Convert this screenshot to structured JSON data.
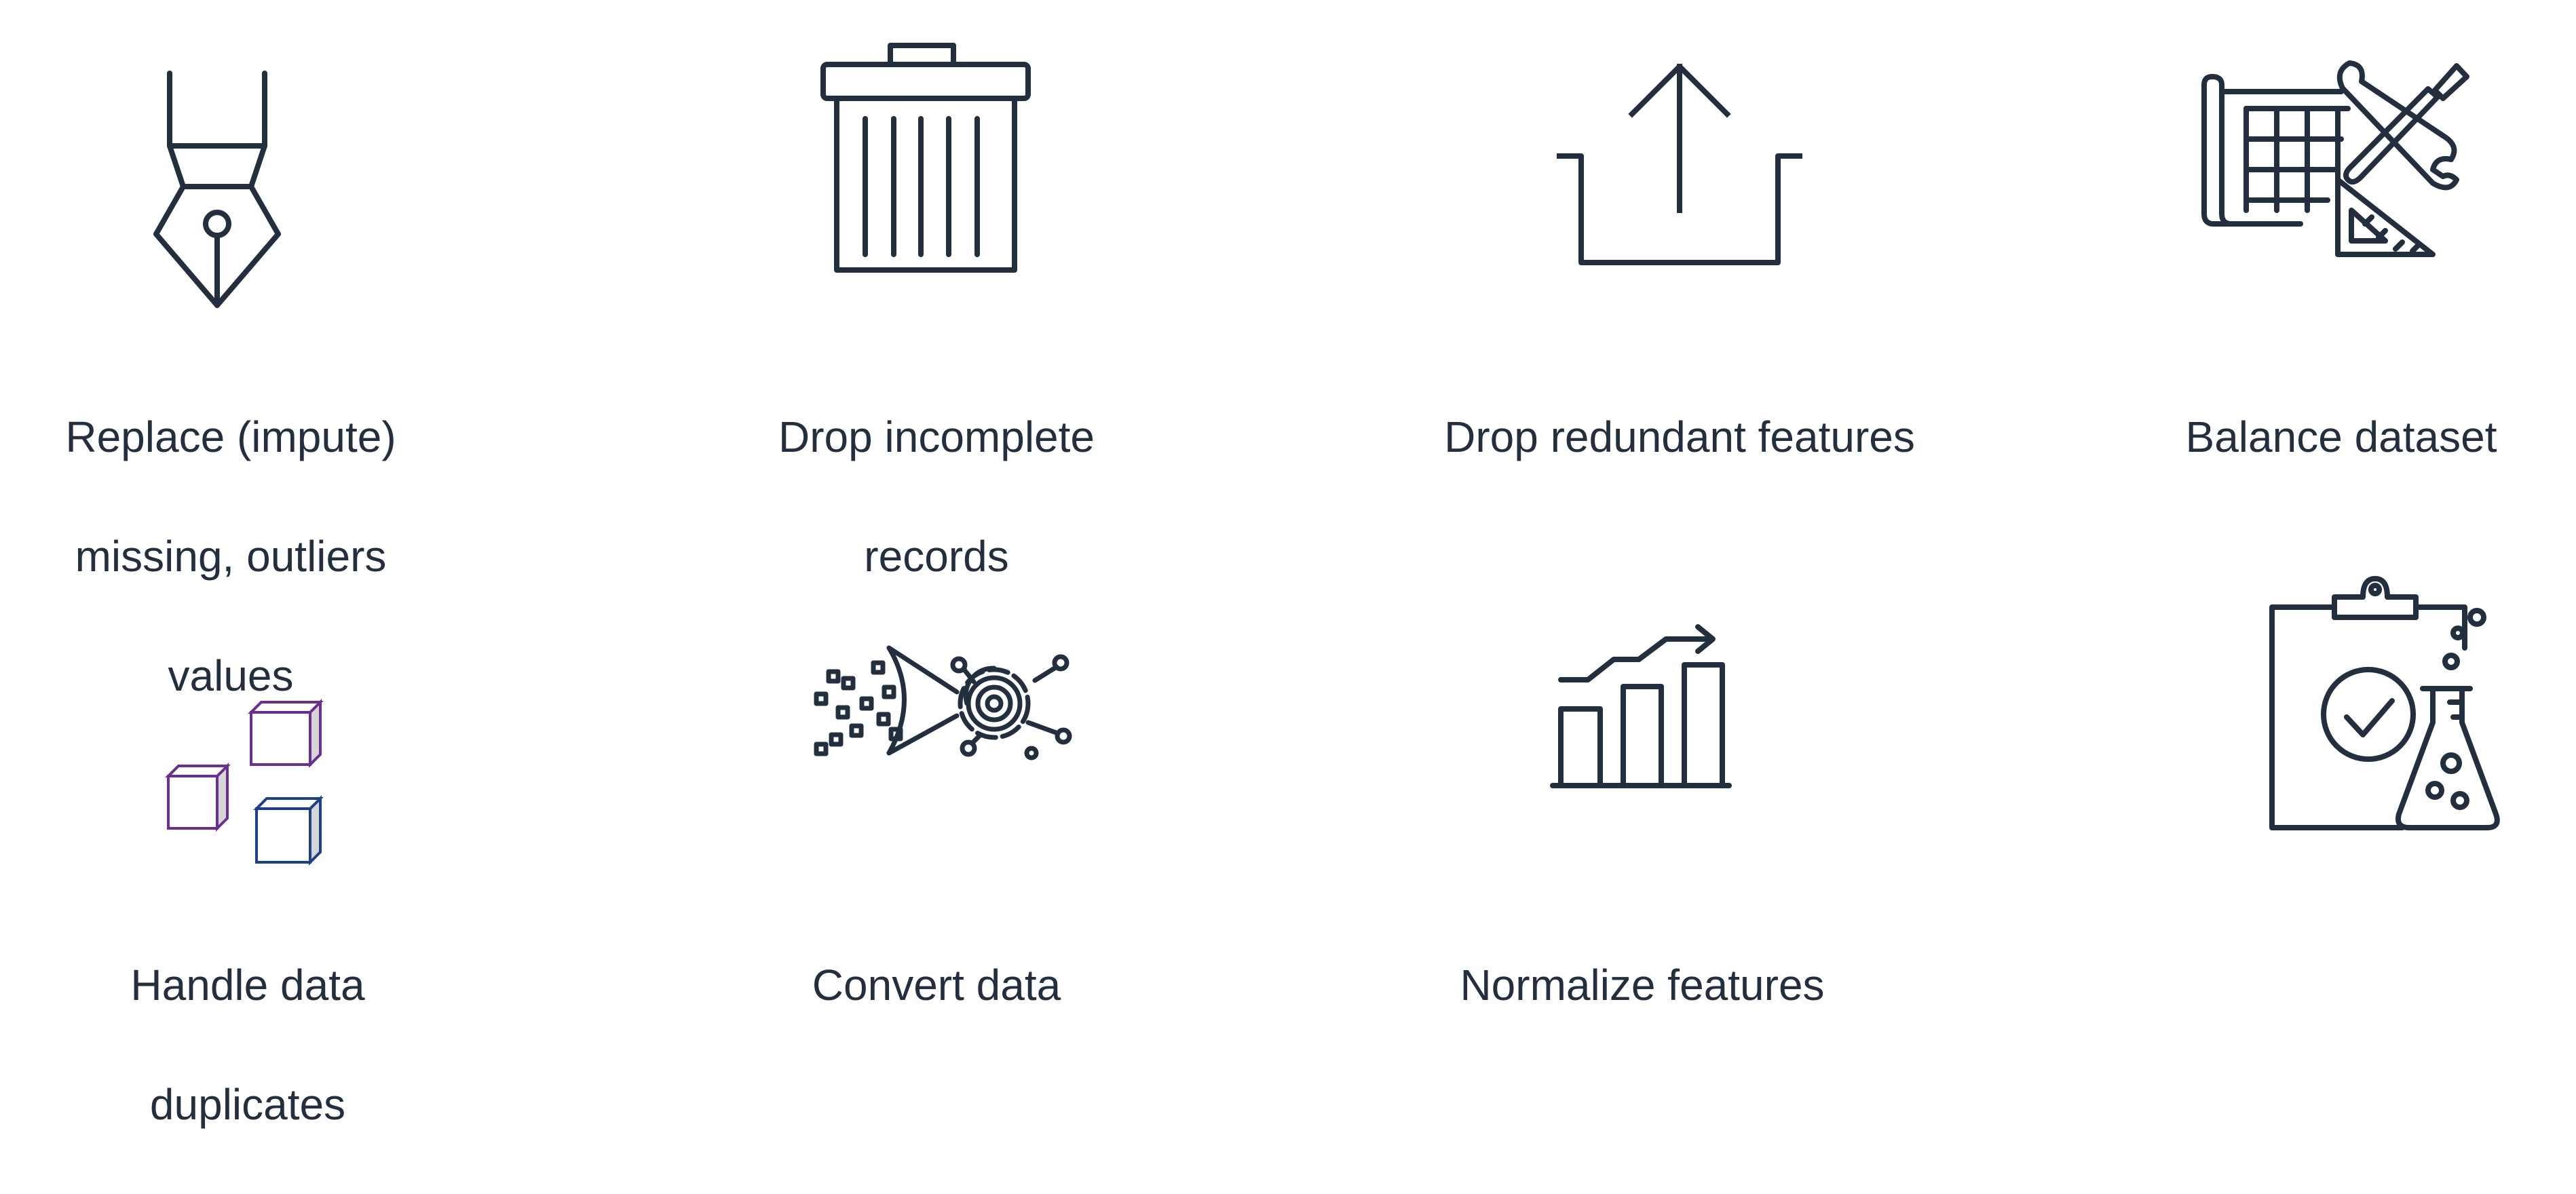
{
  "colors": {
    "ink": "#232f3e",
    "cube_purple": "#6b2f8f",
    "cube_blue": "#1e3f8a",
    "cube_side": "#d6d6d6"
  },
  "items": [
    {
      "icon": "fountain-pen-icon",
      "lines": [
        "Replace (impute)",
        "missing, outliers",
        "values"
      ]
    },
    {
      "icon": "trash-can-icon",
      "lines": [
        "Drop incomplete",
        "records"
      ]
    },
    {
      "icon": "upload-tray-icon",
      "lines": [
        "Drop redundant features"
      ]
    },
    {
      "icon": "blueprint-tools-icon",
      "lines": [
        "Balance dataset"
      ]
    },
    {
      "icon": "cubes-icon",
      "lines": [
        "Handle data",
        "duplicates"
      ]
    },
    {
      "icon": "funnel-fingerprint-icon",
      "lines": [
        "Convert data"
      ]
    },
    {
      "icon": "bar-chart-trend-icon",
      "lines": [
        "Normalize features"
      ]
    },
    {
      "icon": "clipboard-flask-icon",
      "lines": []
    }
  ]
}
